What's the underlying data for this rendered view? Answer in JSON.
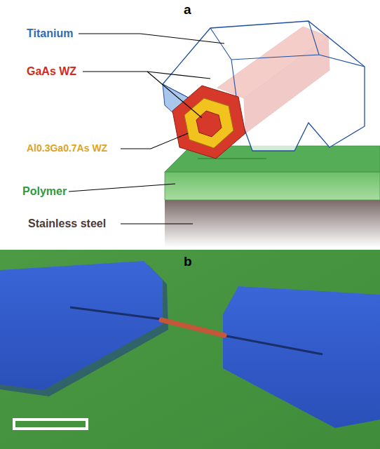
{
  "diagram": {
    "labels": [
      "a",
      "Titanium",
      "GaAs WZ",
      "Al0.3Ga0.7As WZ",
      "Polymer",
      "Stainless steel",
      "b"
    ]
  }
}
